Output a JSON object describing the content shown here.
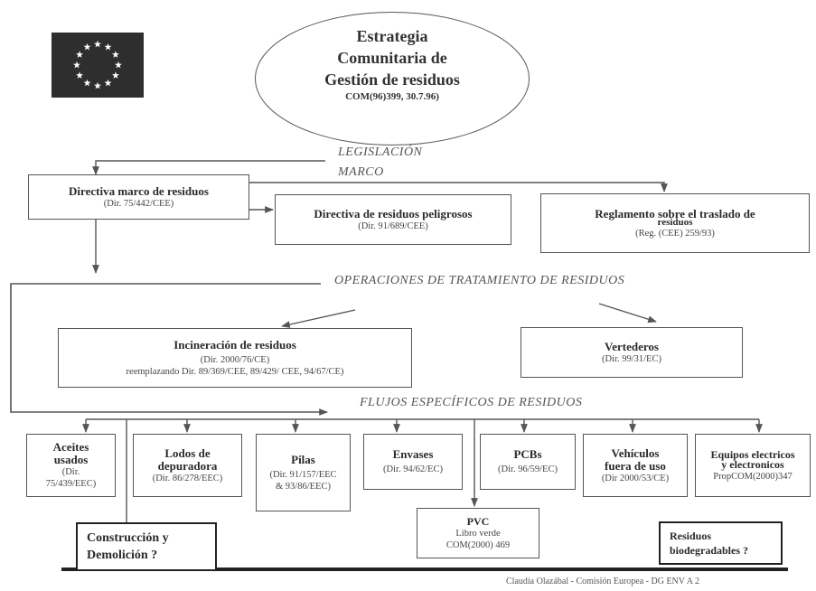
{
  "colors": {
    "line": "#555555",
    "eu_flag_bg": "#2e2e2e",
    "eu_flag_stars": "#ffffff"
  },
  "emblem": {
    "icon": "eu-flag-icon",
    "star_count": 12
  },
  "strategy": {
    "line1": "Estrategia",
    "line2": "Comunitaria de",
    "line3": "Gestión de residuos",
    "ref": "COM(96)399, 30.7.96)"
  },
  "headings": {
    "legislacion_1": "LEGISLACIÓN",
    "legislacion_2": "MARCO",
    "operaciones": "OPERACIONES  DE TRATAMIENTO   DE RESIDUOS",
    "flujos": "FLUJOS ESPECÍFICOS  DE  RESIDUOS"
  },
  "marco": {
    "directiva_marco": {
      "title": "Directiva marco  de residuos",
      "sub": "(Dir. 75/442/CEE)"
    },
    "peligrosos": {
      "title": "Directiva  de residuos peligrosos",
      "sub": "(Dir. 91/689/CEE)"
    },
    "traslado": {
      "title1": "Reglamento sobre el traslado de",
      "title2": "residuos",
      "sub": "(Reg. (CEE) 259/93)"
    }
  },
  "operaciones": {
    "incineracion": {
      "title": "Incineración  de residuos",
      "sub1": "(Dir. 2000/76/CE)",
      "sub2": "reemplazando Dir.  89/369/CEE, 89/429/ CEE, 94/67/CE)"
    },
    "vertederos": {
      "title": "Vertederos",
      "sub": "(Dir. 99/31/EC)"
    }
  },
  "flujos": {
    "aceites": {
      "title1": "Aceites",
      "title2": "usados",
      "sub1": "(Dir.",
      "sub2": "75/439/EEC)"
    },
    "lodos": {
      "title1": "Lodos de",
      "title2": "depuradora",
      "sub": "(Dir. 86/278/EEC)"
    },
    "pilas": {
      "title": "Pilas",
      "sub1": "(Dir. 91/157/EEC",
      "sub2": "& 93/86/EEC)"
    },
    "envases": {
      "title": "Envases",
      "sub": "(Dir. 94/62/EC)"
    },
    "pcbs": {
      "title": "PCBs",
      "sub": "(Dir. 96/59/EC)"
    },
    "vehiculos": {
      "title1": "Vehículos",
      "title2": "fuera  de uso",
      "sub": "(Dir 2000/53/CE)"
    },
    "equipos": {
      "title1": "Equipos electricos",
      "title2": "y electronicos",
      "sub": "PropCOM(2000)347"
    },
    "pvc": {
      "title": "PVC",
      "sub1": "Libro verde",
      "sub2": "COM(2000) 469"
    },
    "construccion": {
      "line1": "Construcción  y",
      "line2": "Demolición  ?"
    },
    "biodegradables": {
      "line1": "Residuos",
      "line2": "biodegradables ?"
    }
  },
  "footer": "Claudia Olazábal - Comisión Europea - DG ENV A 2"
}
